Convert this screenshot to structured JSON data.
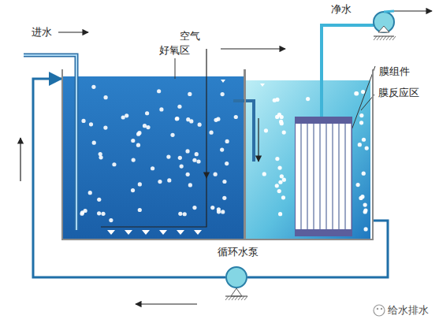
{
  "diagram": {
    "nodes": [
      {
        "text": [
          "好氧区"
        ]
      },
      {
        "text": [
          "膜反应区"
        ]
      },
      {
        "text": [
          "膜组件"
        ],
        "in": 1
      },
      {
        "text": [
          "循环水泵"
        ]
      }
    ],
    "edges": [
      {
        "from": 1,
        "to": 3,
        "arrow": "none"
      },
      {
        "from": 3,
        "to": 0,
        "arrow": "to"
      }
    ],
    "labels": [
      "进水",
      "空气",
      "净水",
      "给水排水"
    ]
  }
}
